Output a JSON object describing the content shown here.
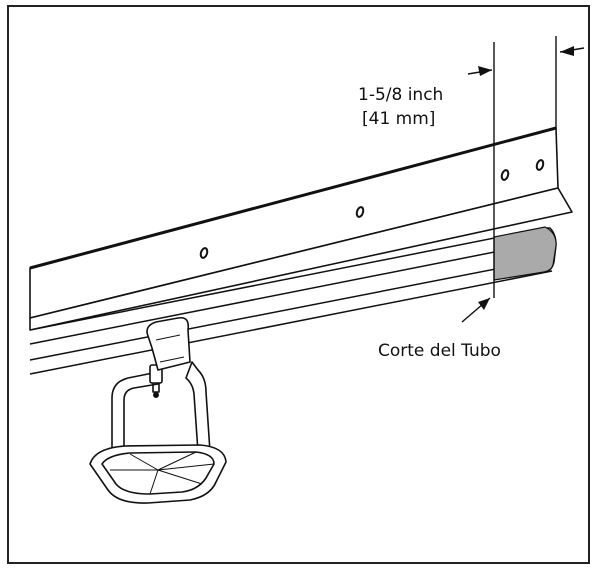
{
  "annotations": {
    "dimension_line1": "1-5/8 inch",
    "dimension_line2": "[41 mm]",
    "cut_label": "Corte del Tubo"
  },
  "colors": {
    "line": "#111111",
    "cut_section": "#aaaaaa",
    "border": "#222222",
    "background": "#ffffff"
  }
}
